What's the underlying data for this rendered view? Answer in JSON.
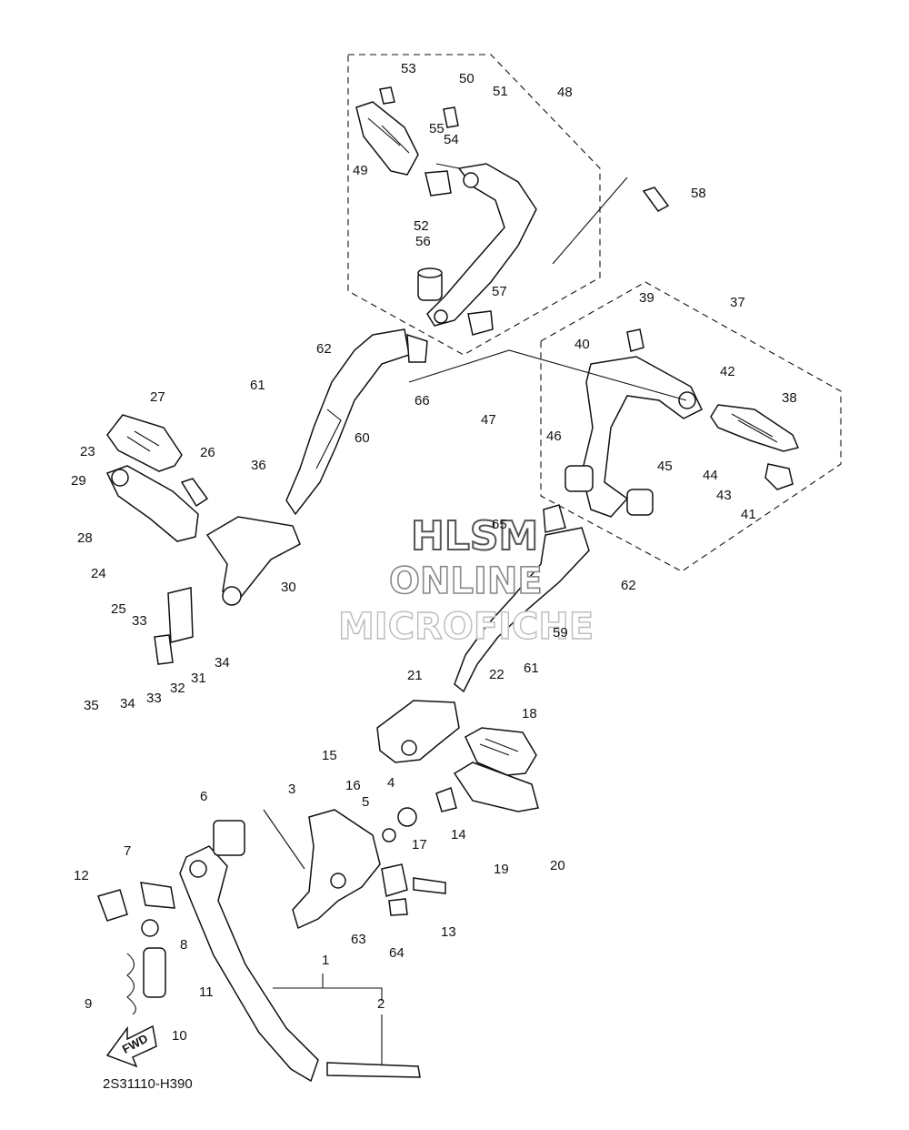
{
  "diagram": {
    "code": "2S31110-H390",
    "fwd_label": "FWD",
    "watermark": [
      "HLSM",
      "ONLINE",
      "MICROFICHE"
    ],
    "callouts": [
      "1",
      "2",
      "3",
      "4",
      "5",
      "6",
      "7",
      "8",
      "9",
      "10",
      "11",
      "12",
      "13",
      "14",
      "15",
      "16",
      "17",
      "18",
      "19",
      "20",
      "21",
      "22",
      "23",
      "24",
      "25",
      "26",
      "27",
      "28",
      "29",
      "30",
      "31",
      "32",
      "33",
      "33",
      "34",
      "34",
      "35",
      "36",
      "37",
      "38",
      "39",
      "40",
      "41",
      "42",
      "43",
      "44",
      "45",
      "46",
      "47",
      "48",
      "49",
      "50",
      "51",
      "52",
      "53",
      "54",
      "55",
      "56",
      "57",
      "58",
      "59",
      "60",
      "61",
      "61",
      "62",
      "62",
      "63",
      "64",
      "65",
      "66"
    ]
  }
}
